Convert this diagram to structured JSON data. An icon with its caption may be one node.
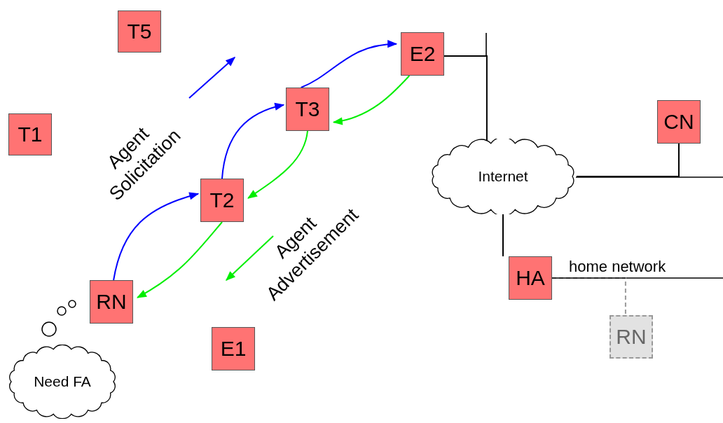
{
  "diagram": {
    "nodes": [
      {
        "text": [
          "T5"
        ]
      },
      {
        "text": [
          "T1"
        ]
      },
      {
        "text": [
          "T3"
        ]
      },
      {
        "text": [
          "E2"
        ]
      },
      {
        "text": [
          "T2"
        ]
      },
      {
        "text": [
          "RN"
        ]
      },
      {
        "text": [
          "Need FA"
        ]
      },
      {
        "text": [
          "E1"
        ]
      },
      {
        "text": [
          "CN"
        ]
      },
      {
        "text": [
          "Internet"
        ]
      },
      {
        "text": [
          "HA"
        ]
      },
      {
        "text": [
          "RN"
        ]
      }
    ],
    "edges": [
      {
        "from": 5,
        "to": 4,
        "arrow": "to",
        "color": "#0000ff"
      },
      {
        "from": 4,
        "to": 2,
        "arrow": "to",
        "color": "#0000ff"
      },
      {
        "from": 2,
        "to": 3,
        "arrow": "to",
        "color": "#0000ff"
      },
      {
        "from": 3,
        "to": 2,
        "arrow": "to",
        "color": "#00ee00"
      },
      {
        "from": 2,
        "to": 4,
        "arrow": "to",
        "color": "#00ee00"
      },
      {
        "from": 4,
        "to": 5,
        "arrow": "to",
        "color": "#00ee00"
      },
      {
        "from": 3,
        "to": 9,
        "arrow": "none",
        "color": "#000000"
      },
      {
        "from": 8,
        "to": 9,
        "arrow": "none",
        "color": "#000000"
      },
      {
        "from": 9,
        "to": 10,
        "arrow": "none",
        "color": "#000000"
      },
      {
        "from": 10,
        "to": 11,
        "arrow": "none",
        "label": "home network",
        "style": "dashed",
        "color": "#999999"
      }
    ],
    "labels": [
      "Agent Solicitation",
      "Agent Advertisement"
    ]
  }
}
